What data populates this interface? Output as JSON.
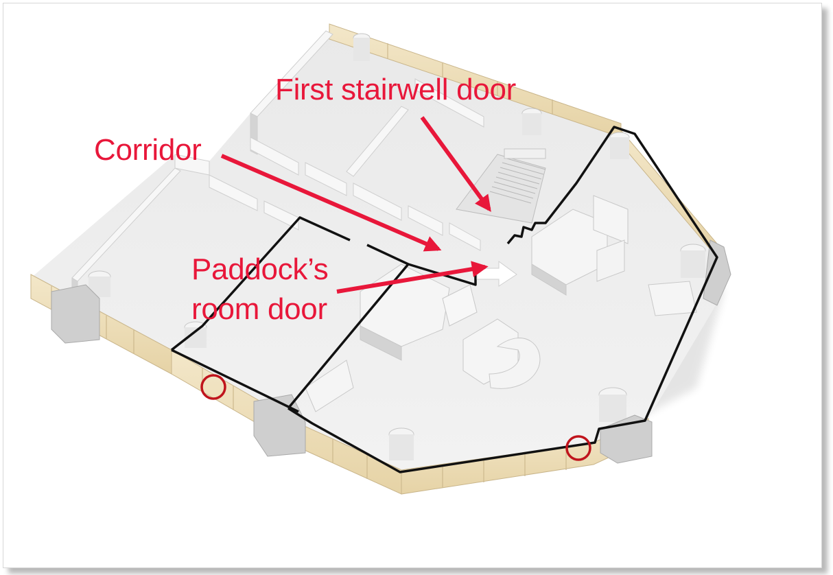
{
  "labels": {
    "first_stairwell_door": "First stairwell door",
    "corridor": "Corridor",
    "paddocks_room_door_line1": "Paddock’s",
    "paddocks_room_door_line2": "room door"
  },
  "colors": {
    "annotation_red": "#e8173a",
    "marker_circle": "#c0141c",
    "outline": "#111111",
    "floor": "#ededed",
    "wall_top": "#f6f6f6",
    "wall_side": "#d2d2d2",
    "window_glass": "#efe2c4",
    "background": "#ffffff"
  },
  "icons": [
    "direction-arrow-icon",
    "marker-circle-icon"
  ]
}
